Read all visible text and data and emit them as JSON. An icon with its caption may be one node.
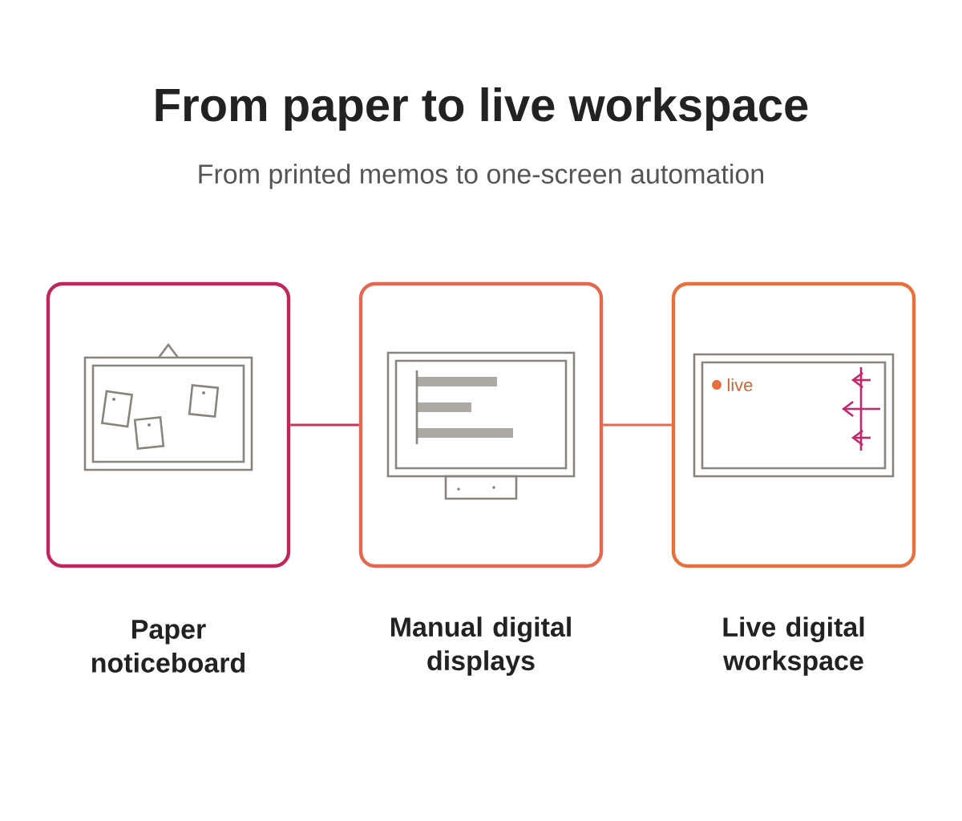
{
  "diagram": {
    "title": "From paper to live workspace",
    "caption": "From printed memos to one-screen automation",
    "nodes": [
      {
        "text": [
          "Paper noticeboard"
        ]
      },
      {
        "text": [
          "Manual digital displays"
        ]
      },
      {
        "text": [
          "Live digital workspace"
        ]
      }
    ],
    "edges": [
      {
        "from": 0,
        "to": 1,
        "arrow": "none"
      },
      {
        "from": 1,
        "to": 2,
        "arrow": "none"
      }
    ],
    "labels": [
      "live"
    ]
  }
}
